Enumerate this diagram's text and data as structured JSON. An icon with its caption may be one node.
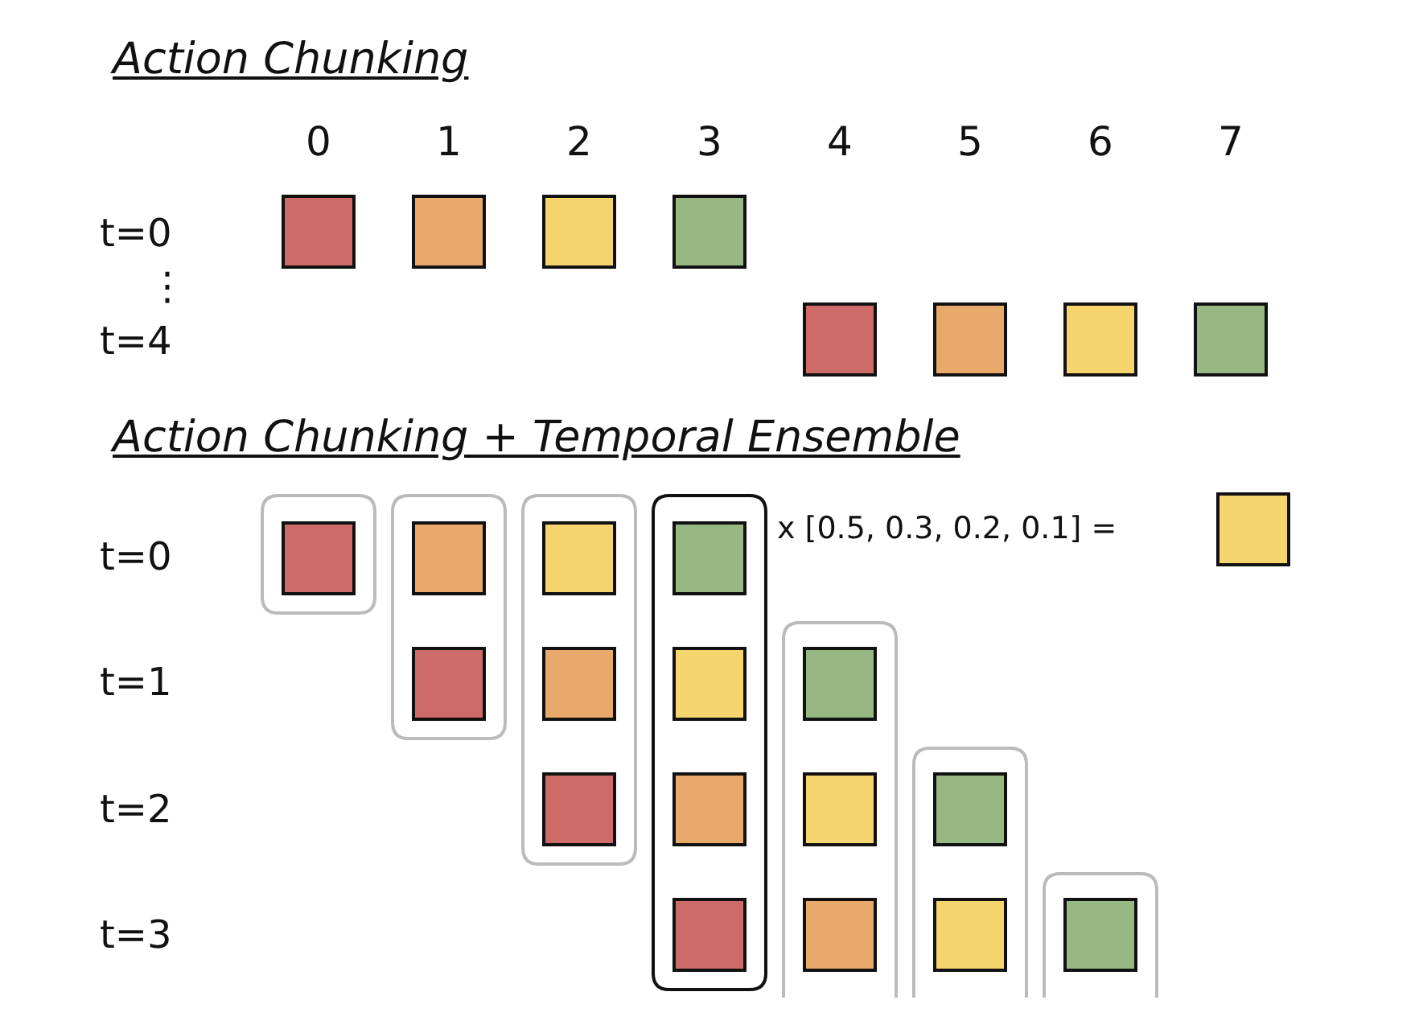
{
  "diagram": {
    "labels": [
      "Action Chunking",
      "0",
      "1",
      "2",
      "3",
      "4",
      "5",
      "6",
      "7",
      "t=0",
      "⋮",
      "t=4",
      "Action Chunking + Temporal Ensemble",
      "t=0",
      "x [0.5, 0.3, 0.2, 0.1] =",
      "t=1",
      "t=2",
      "t=3"
    ]
  }
}
